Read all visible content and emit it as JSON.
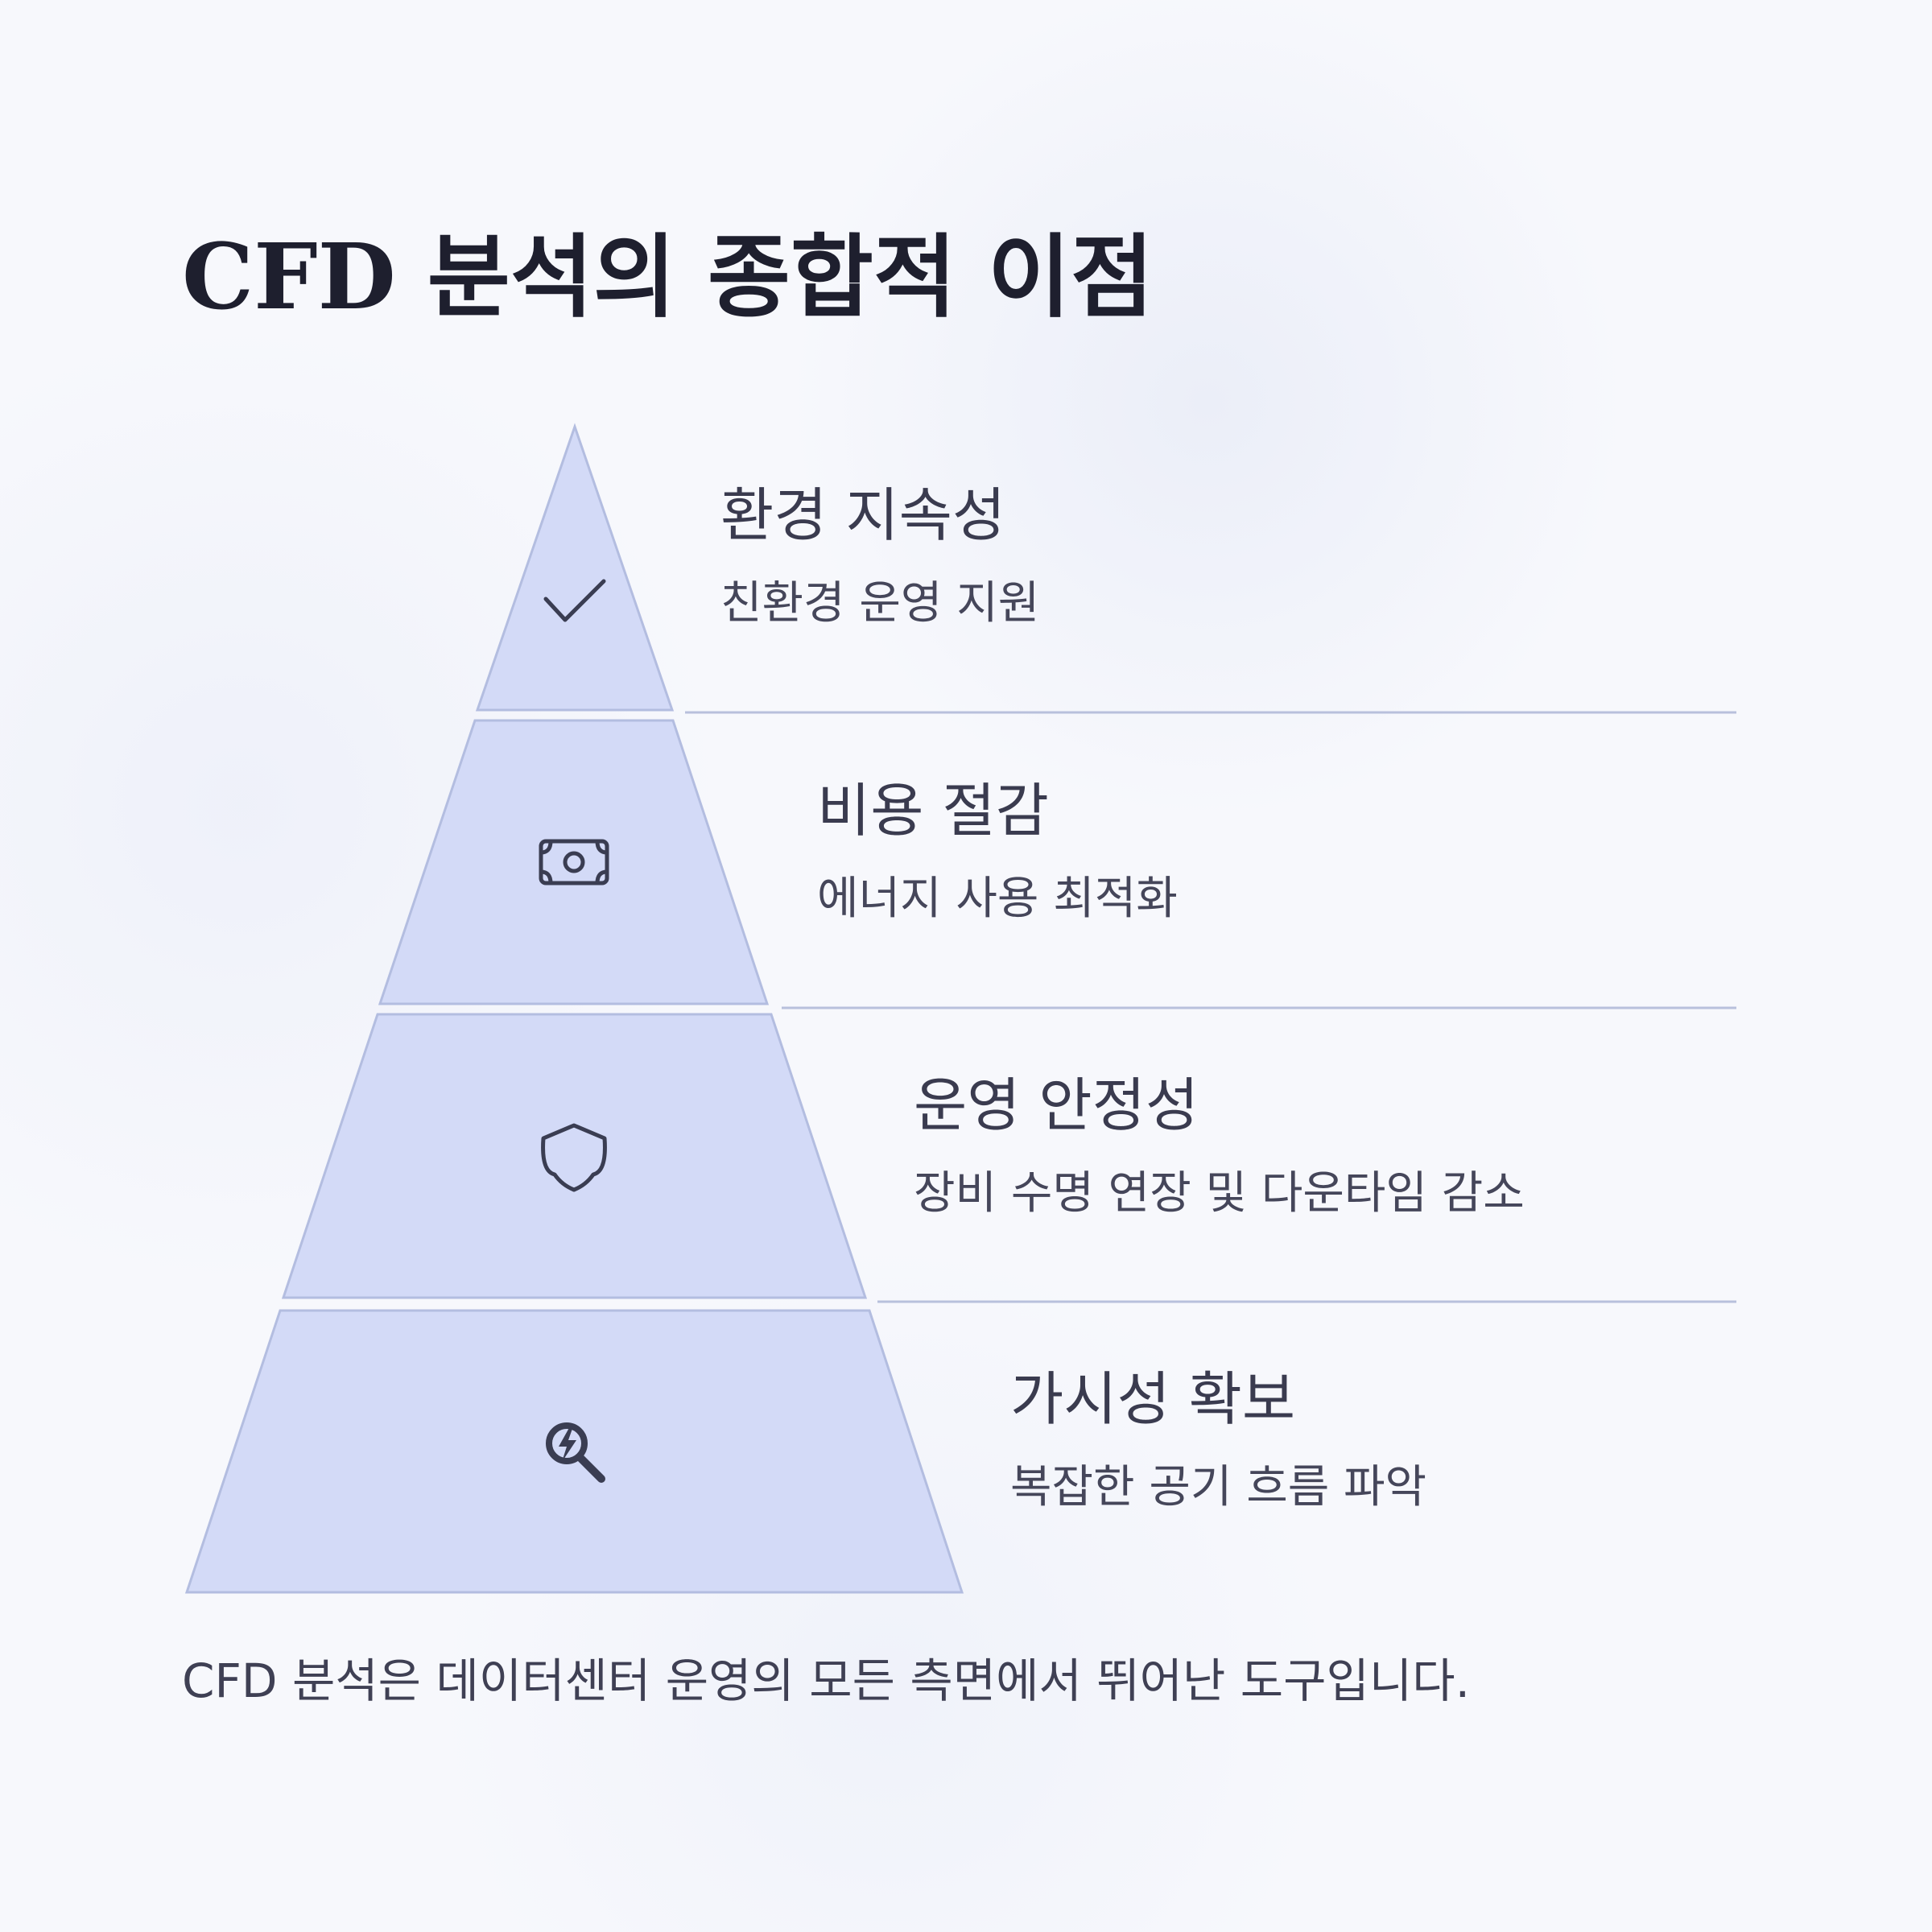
{
  "title": "CFD 분석의 종합적 이점",
  "tiers": [
    {
      "title": "환경 지속성",
      "description": "친환경 운영 지원",
      "icon": "check-icon"
    },
    {
      "title": "비용 절감",
      "description": "에너지 사용 최적화",
      "icon": "money-bill-icon"
    },
    {
      "title": "운영 안정성",
      "description": "장비 수명 연장 및 다운타임 감소",
      "icon": "shield-icon"
    },
    {
      "title": "가시성 확보",
      "description": "복잡한 공기 흐름 파악",
      "icon": "airflow-search-icon"
    }
  ],
  "footer": "CFD 분석은 데이터센터 운영의 모든 측면에서 뛰어난 도구입니다.",
  "colors": {
    "tier_fill": "#d3daf7",
    "tier_stroke": "#b3bde0",
    "divider": "#b8c0dc",
    "icon": "#3a3d52",
    "title_text": "#1e1f2e",
    "body_text": "#3a3b4f"
  }
}
